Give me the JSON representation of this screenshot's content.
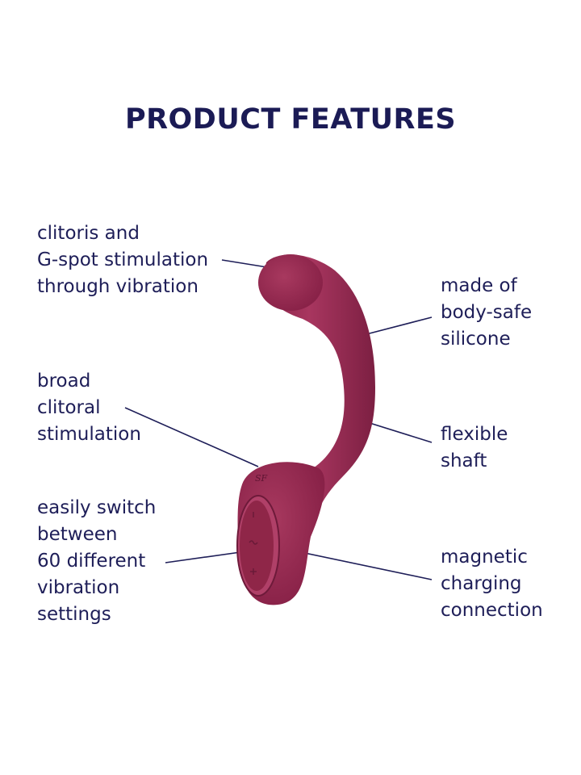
{
  "title": "PRODUCT FEATURES",
  "colors": {
    "text": "#1e1e58",
    "product": "#9c2c55",
    "product_dark": "#7a1d40",
    "line": "#1e1e58"
  },
  "features": {
    "left": [
      {
        "lines": [
          "clitoris and",
          "G-spot stimulation",
          "through vibration"
        ]
      },
      {
        "lines": [
          "broad",
          "clitoral",
          "stimulation"
        ]
      },
      {
        "lines": [
          "easily switch",
          "between",
          "60 different",
          "vibration",
          "settings"
        ]
      }
    ],
    "right": [
      {
        "lines": [
          "made of",
          "body-safe",
          "silicone"
        ]
      },
      {
        "lines": [
          "flexible",
          "shaft"
        ]
      },
      {
        "lines": [
          "magnetic",
          "charging",
          "connection"
        ]
      }
    ]
  },
  "product": {
    "logo": "SF",
    "buttons": [
      "power-icon",
      "wave-icon",
      "plus-icon"
    ]
  }
}
